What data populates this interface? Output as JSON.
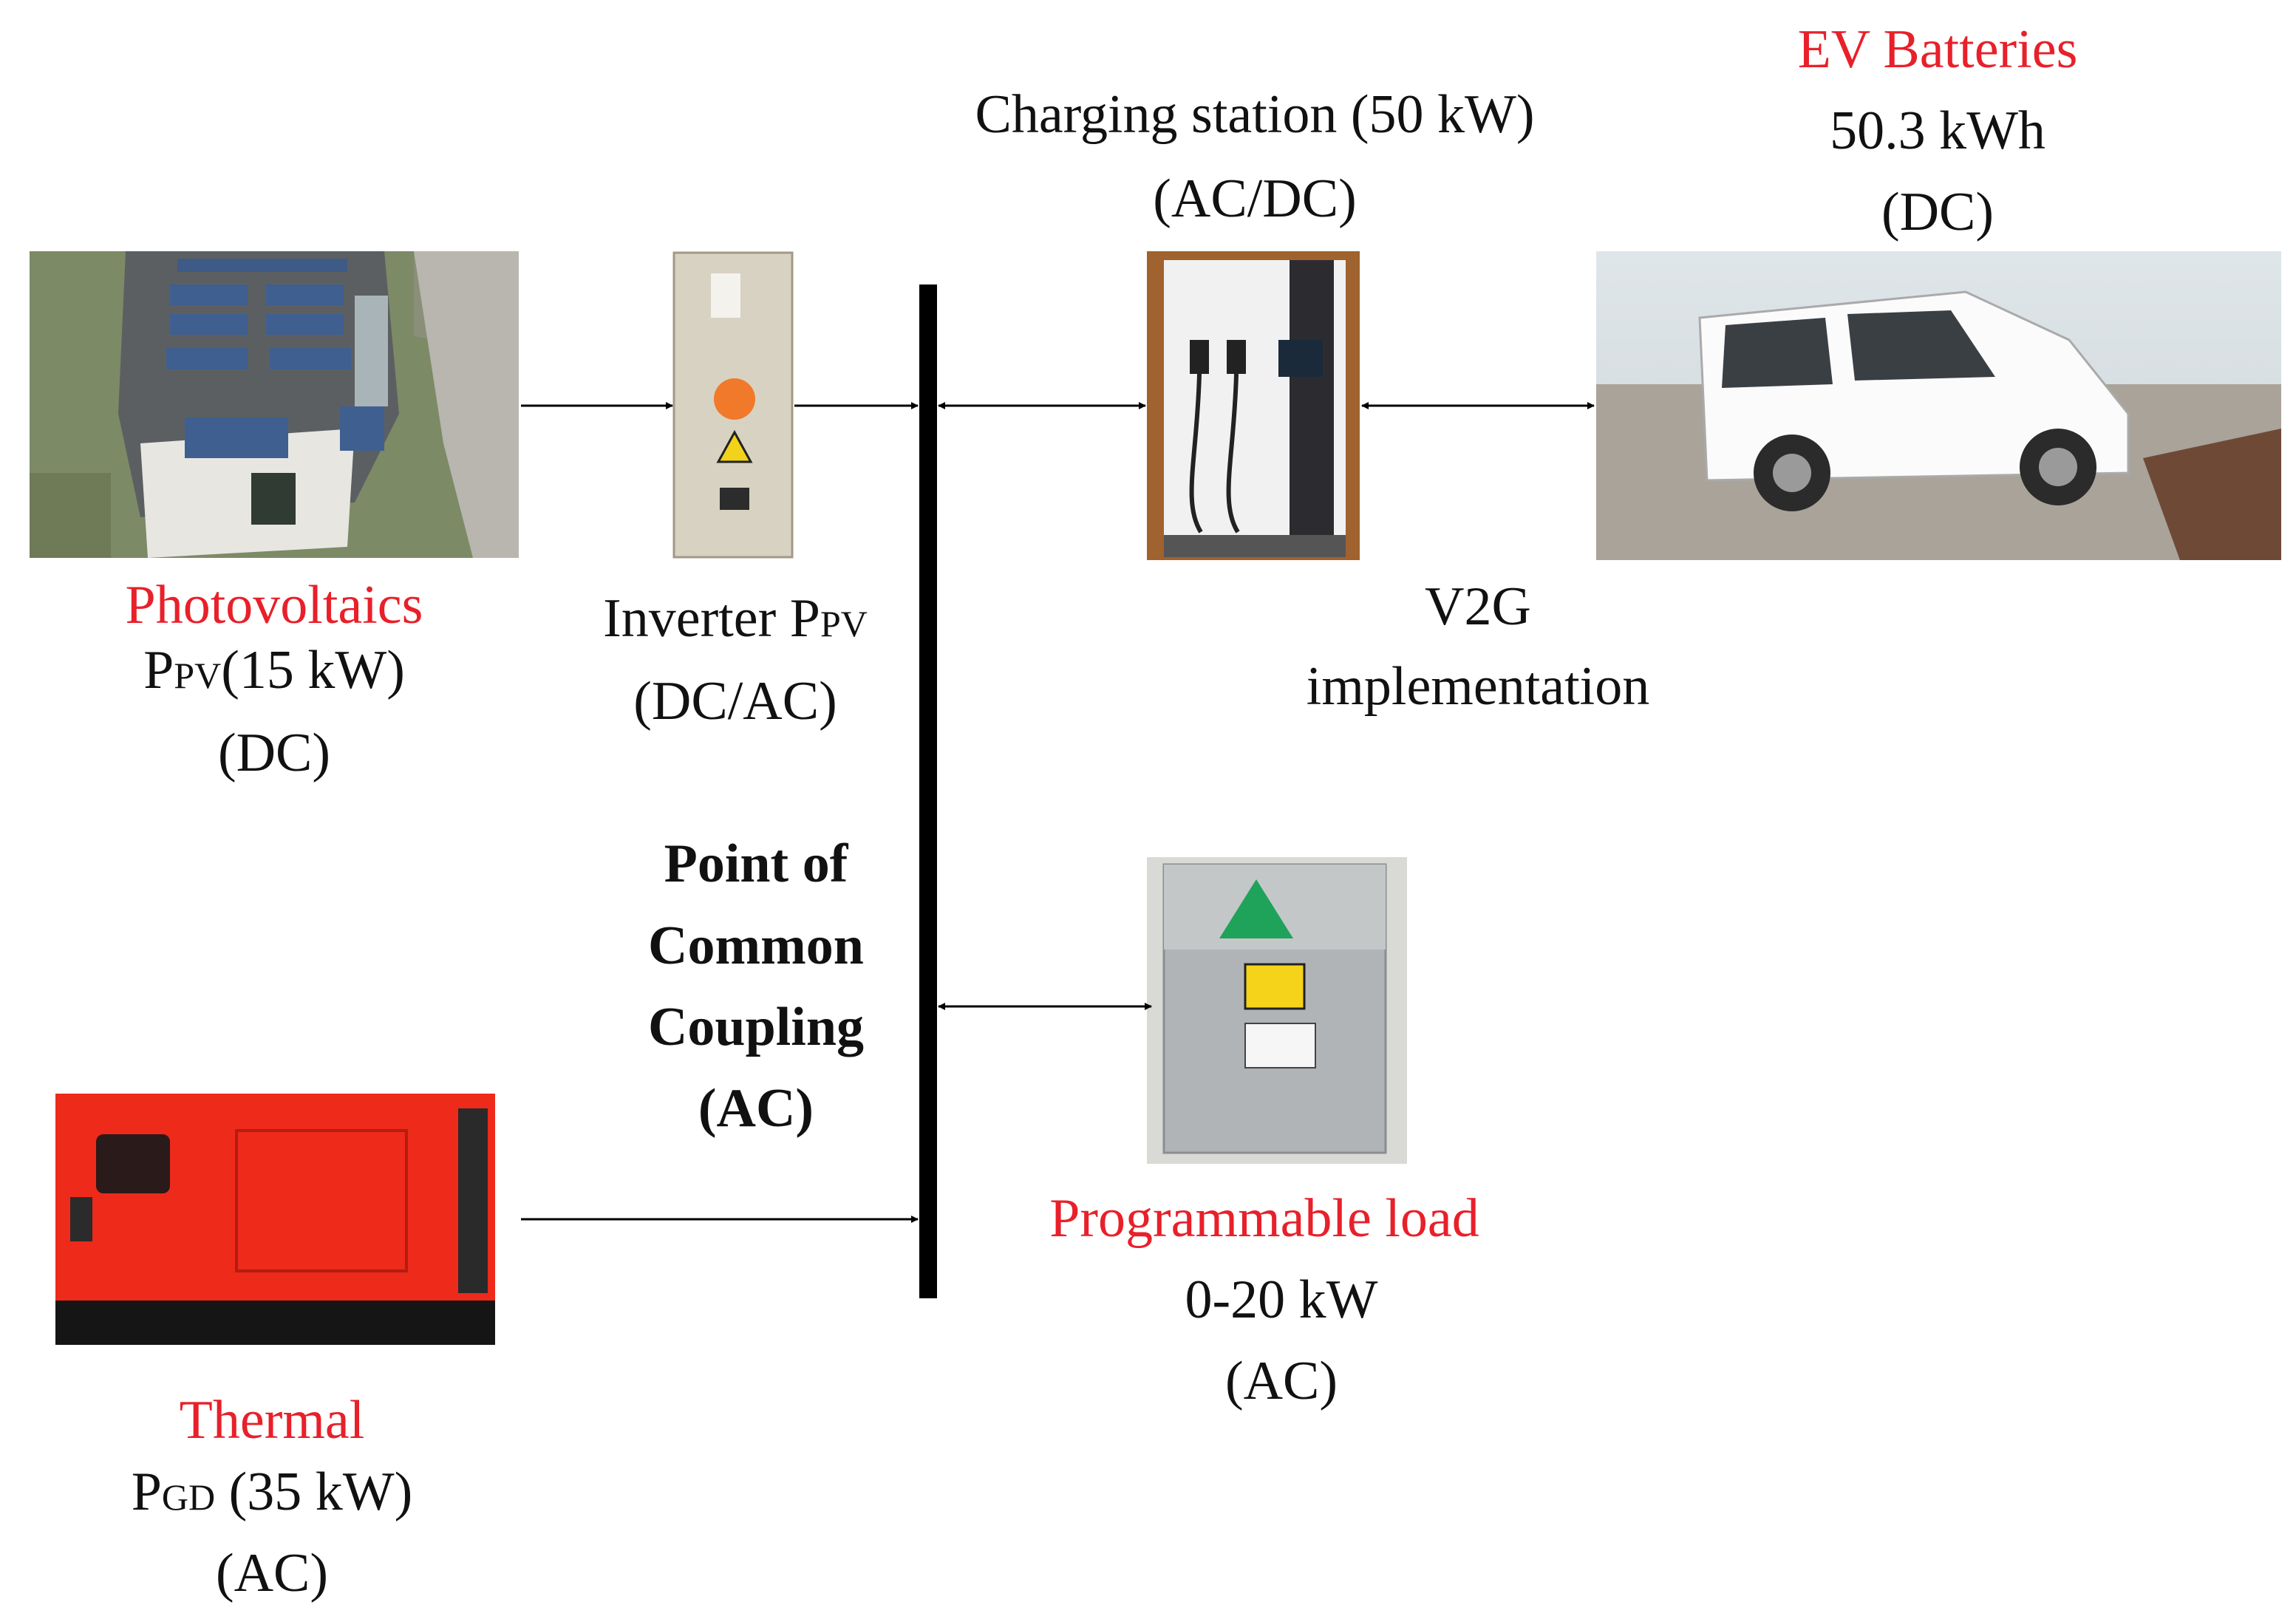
{
  "photovoltaics": {
    "name": "Photovoltaics",
    "symbol": "P",
    "symbol_sub": "PV",
    "rating": "(15 kW)",
    "type": "(DC)"
  },
  "inverter": {
    "name": "Inverter P",
    "name_sub": "PV",
    "type": "(DC/AC)"
  },
  "charging_station": {
    "name": "Charging station (50 kW)",
    "type": "(AC/DC)"
  },
  "ev_batteries": {
    "name": "EV Batteries",
    "capacity": "50.3 kWh",
    "type": "(DC)"
  },
  "v2g": {
    "line1": "V2G",
    "line2": "implementation"
  },
  "pcc": {
    "line1": "Point of",
    "line2": "Common",
    "line3": "Coupling",
    "line4": "(AC)"
  },
  "programmable_load": {
    "name": "Programmable load",
    "range": "0-20 kW",
    "type": "(AC)"
  },
  "thermal": {
    "name": "Thermal",
    "symbol": "P",
    "symbol_sub": "GD",
    "rating": " (35 kW)",
    "type": "(AC)"
  },
  "colors": {
    "highlight": "#e8202a",
    "text": "#111111",
    "bus": "#000000"
  }
}
